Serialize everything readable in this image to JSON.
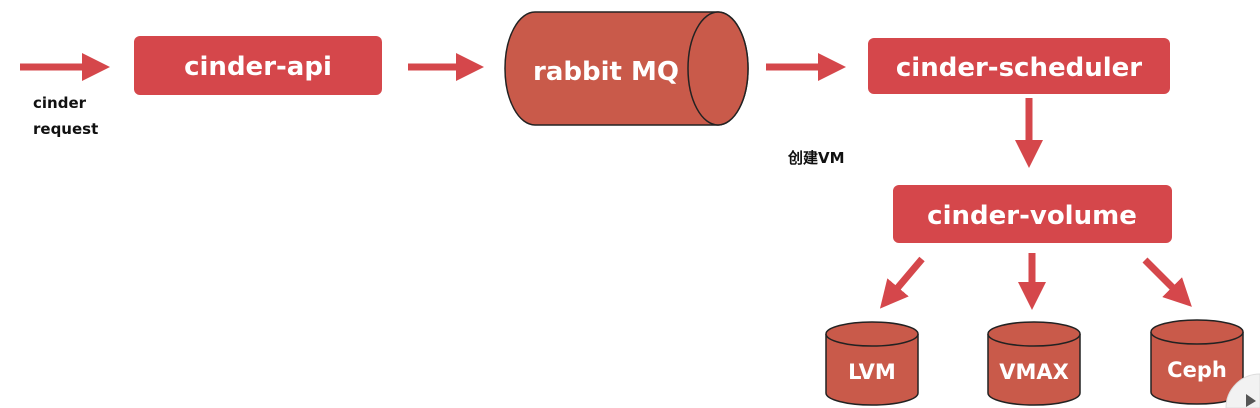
{
  "colors": {
    "box": "#d5474b",
    "cylinder": "#c95a4a",
    "arrow": "#d5474b",
    "outline": "#222222"
  },
  "nodes": {
    "cinder_api": "cinder-api",
    "rabbit_mq": "rabbit MQ",
    "cinder_scheduler": "cinder-scheduler",
    "cinder_volume": "cinder-volume"
  },
  "backends": [
    "LVM",
    "VMAX",
    "Ceph"
  ],
  "labels": {
    "request_line1": "cinder",
    "request_line2": "request",
    "create_vm": "创建VM"
  }
}
